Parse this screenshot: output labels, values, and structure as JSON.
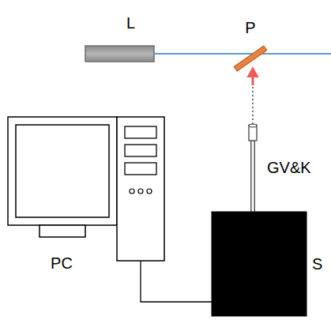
{
  "diagram": {
    "nodes": [
      {
        "text": [
          "L"
        ]
      },
      {
        "text": [
          "P"
        ]
      },
      {
        "text": [
          "PC"
        ]
      },
      {
        "text": [
          "S"
        ]
      }
    ],
    "edges": [
      {
        "from": 0,
        "to": 1,
        "arrow": "none"
      },
      {
        "from": 3,
        "to": 1,
        "arrow": "to"
      },
      {
        "from": 2,
        "to": 3,
        "arrow": "none"
      }
    ],
    "labels": [
      "GV&K"
    ]
  }
}
